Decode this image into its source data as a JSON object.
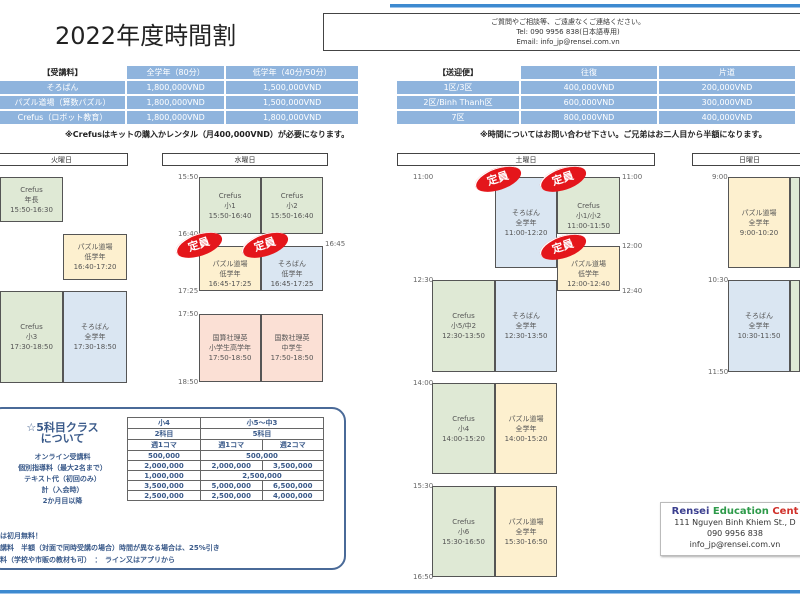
{
  "title": "2022年度時間割",
  "contact": {
    "line1": "ご質問やご相談等、ご遠慮なくご連絡ください。",
    "tel": "Tel: 090 9956 838(日本語専用)",
    "email": "Email: info_jp@rensei.com.vn"
  },
  "fees": {
    "header": [
      "【受講料】",
      "全学年（80分）",
      "低学年（40分/50分）"
    ],
    "rows": [
      [
        "そろばん",
        "1,800,000VND",
        "1,500,000VND"
      ],
      [
        "パズル道場（算数パズル）",
        "1,800,000VND",
        "1,500,000VND"
      ],
      [
        "Crefus（ロボット教育）",
        "1,800,000VND",
        "1,800,000VND"
      ]
    ],
    "note": "※Crefusはキットの購入かレンタル（月400,000VND）が必要になります。"
  },
  "transport": {
    "header": [
      "【送迎便】",
      "往復",
      "片道"
    ],
    "rows": [
      [
        "1区/3区",
        "400,000VND",
        "200,000VND"
      ],
      [
        "2区/Binh Thanh区",
        "600,000VND",
        "300,000VND"
      ],
      [
        "7区",
        "800,000VND",
        "400,000VND"
      ]
    ],
    "note": "※時間についてはお問い合わせ下さい。ご兄弟はお二人目から半額になります。"
  },
  "badge": "定員",
  "days": {
    "tue": {
      "label": "火曜日",
      "classes": [
        {
          "name": "Crefus",
          "grade": "年長",
          "time": "15:50-16:30"
        },
        {
          "name": "パズル道場",
          "grade": "低学年",
          "time": "16:40-17:20"
        },
        {
          "name": "Crefus",
          "grade": "小3",
          "time": "17:30-18:50"
        },
        {
          "name": "そろばん",
          "grade": "全学年",
          "time": "17:30-18:50"
        }
      ]
    },
    "wed": {
      "label": "水曜日",
      "times": [
        "15:50",
        "16:40",
        "16:45",
        "17:25",
        "17:50",
        "18:50"
      ],
      "classes": [
        {
          "name": "Crefus",
          "grade": "小1",
          "time": "15:50-16:40"
        },
        {
          "name": "Crefus",
          "grade": "小2",
          "time": "15:50-16:40"
        },
        {
          "name": "パズル道場",
          "grade": "低学年",
          "time": "16:45-17:25"
        },
        {
          "name": "そろばん",
          "grade": "低学年",
          "time": "16:45-17:25"
        },
        {
          "name": "国算社理英",
          "grade": "小学生高学年",
          "time": "17:50-18:50"
        },
        {
          "name": "国数社理英",
          "grade": "中学生",
          "time": "17:50-18:50"
        }
      ]
    },
    "sat": {
      "label": "土曜日",
      "times": [
        "11:00",
        "11:00",
        "12:00",
        "12:40",
        "12:30",
        "14:00",
        "15:30",
        "16:50"
      ],
      "classes": [
        {
          "name": "そろばん",
          "grade": "全学年",
          "time": "11:00-12:20"
        },
        {
          "name": "Crefus",
          "grade": "小1/小2",
          "time": "11:00-11:50"
        },
        {
          "name": "パズル道場",
          "grade": "低学年",
          "time": "12:00-12:40"
        },
        {
          "name": "Crefus",
          "grade": "小5/中2",
          "time": "12:30-13:50"
        },
        {
          "name": "そろばん",
          "grade": "全学年",
          "time": "12:30-13:50"
        },
        {
          "name": "Crefus",
          "grade": "小4",
          "time": "14:00-15:20"
        },
        {
          "name": "パズル道場",
          "grade": "全学年",
          "time": "14:00-15:20"
        },
        {
          "name": "Crefus",
          "grade": "小6",
          "time": "15:30-16:50"
        },
        {
          "name": "パズル道場",
          "grade": "全学年",
          "time": "15:30-16:50"
        }
      ]
    },
    "sun": {
      "label": "日曜日",
      "times": [
        "9:00",
        "10:30",
        "11:50"
      ],
      "classes": [
        {
          "name": "パズル道場",
          "grade": "全学年",
          "time": "9:00-10:20"
        },
        {
          "name": "そろばん",
          "grade": "全学年",
          "time": "10:30-11:50"
        }
      ]
    }
  },
  "five": {
    "title": "☆5科目クラス\nについて",
    "cols": {
      "g1": "小4",
      "g2": "小5～中3",
      "s1": "2科目",
      "s2": "5科目",
      "w1": "週1コマ",
      "w2": "週1コマ",
      "w3": "週2コマ"
    },
    "rows": [
      [
        "オンライン受講料",
        "500,000",
        "500,000"
      ],
      [
        "個別指導料（最大2名まで）",
        "2,000,000",
        "2,000,000",
        "3,500,000"
      ],
      [
        "テキスト代（初回のみ）",
        "1,000,000",
        "2,500,000"
      ],
      [
        "計（入会時）",
        "3,500,000",
        "5,000,000",
        "6,500,000"
      ],
      [
        "2か月目以降",
        "2,500,000",
        "2,500,000",
        "4,000,000"
      ]
    ],
    "notes": [
      "は初月無料！",
      "講料　半額（対面で同時受講の場合）時間が異なる場合は、25%引き",
      "料（学校や市販の教材も可）　：　ライン又はアプリから"
    ]
  },
  "rensel": {
    "name1": "Rensei",
    "name2": "Education",
    "name3": "Cent",
    "address": "111 Nguyen Binh Khiem St., D",
    "phone": "090 9956 838",
    "email": "info_jp@rensei.com.vn"
  }
}
